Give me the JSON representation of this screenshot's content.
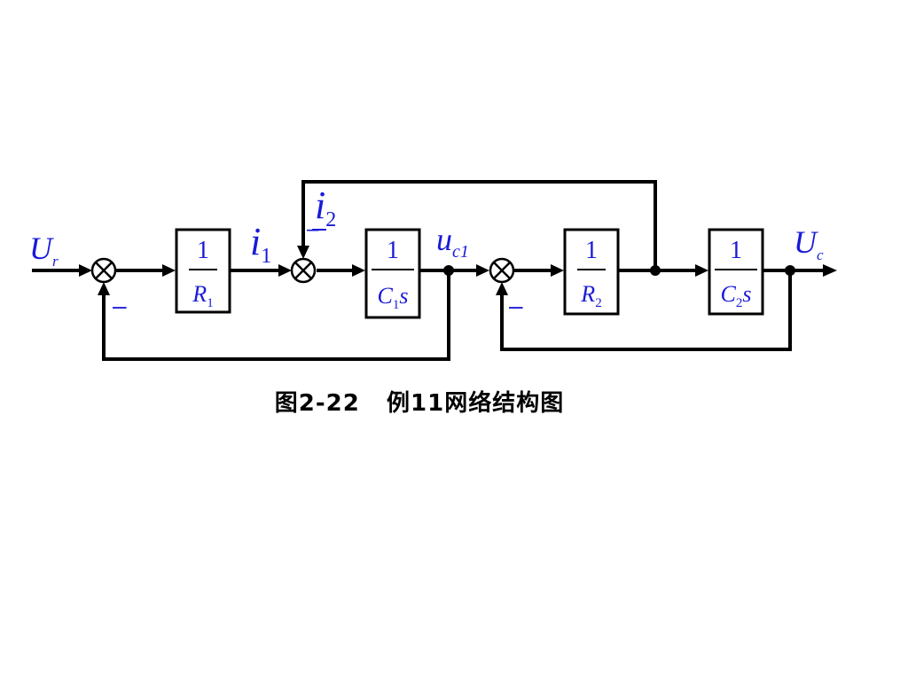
{
  "signals": {
    "input_main": "U",
    "input_sub": "r",
    "i1_main": "i",
    "i1_sub": "1",
    "i2_main": "i",
    "i2_sub": "2",
    "uc1_main": "u",
    "uc1_sub": "c1",
    "output_main": "U",
    "output_sub": "c"
  },
  "blocks": {
    "b1": {
      "num": "1",
      "den_main": "R",
      "den_sub": "1",
      "den_tail": ""
    },
    "b2": {
      "num": "1",
      "den_main": "C",
      "den_sub": "1",
      "den_tail": "s"
    },
    "b3": {
      "num": "1",
      "den_main": "R",
      "den_sub": "2",
      "den_tail": ""
    },
    "b4": {
      "num": "1",
      "den_main": "C",
      "den_sub": "2",
      "den_tail": "s"
    }
  },
  "signs": {
    "sum1_minus": "–",
    "sum2_minus": "–",
    "sum3_minus": "–"
  },
  "caption": "图2-22   例11网络结构图"
}
